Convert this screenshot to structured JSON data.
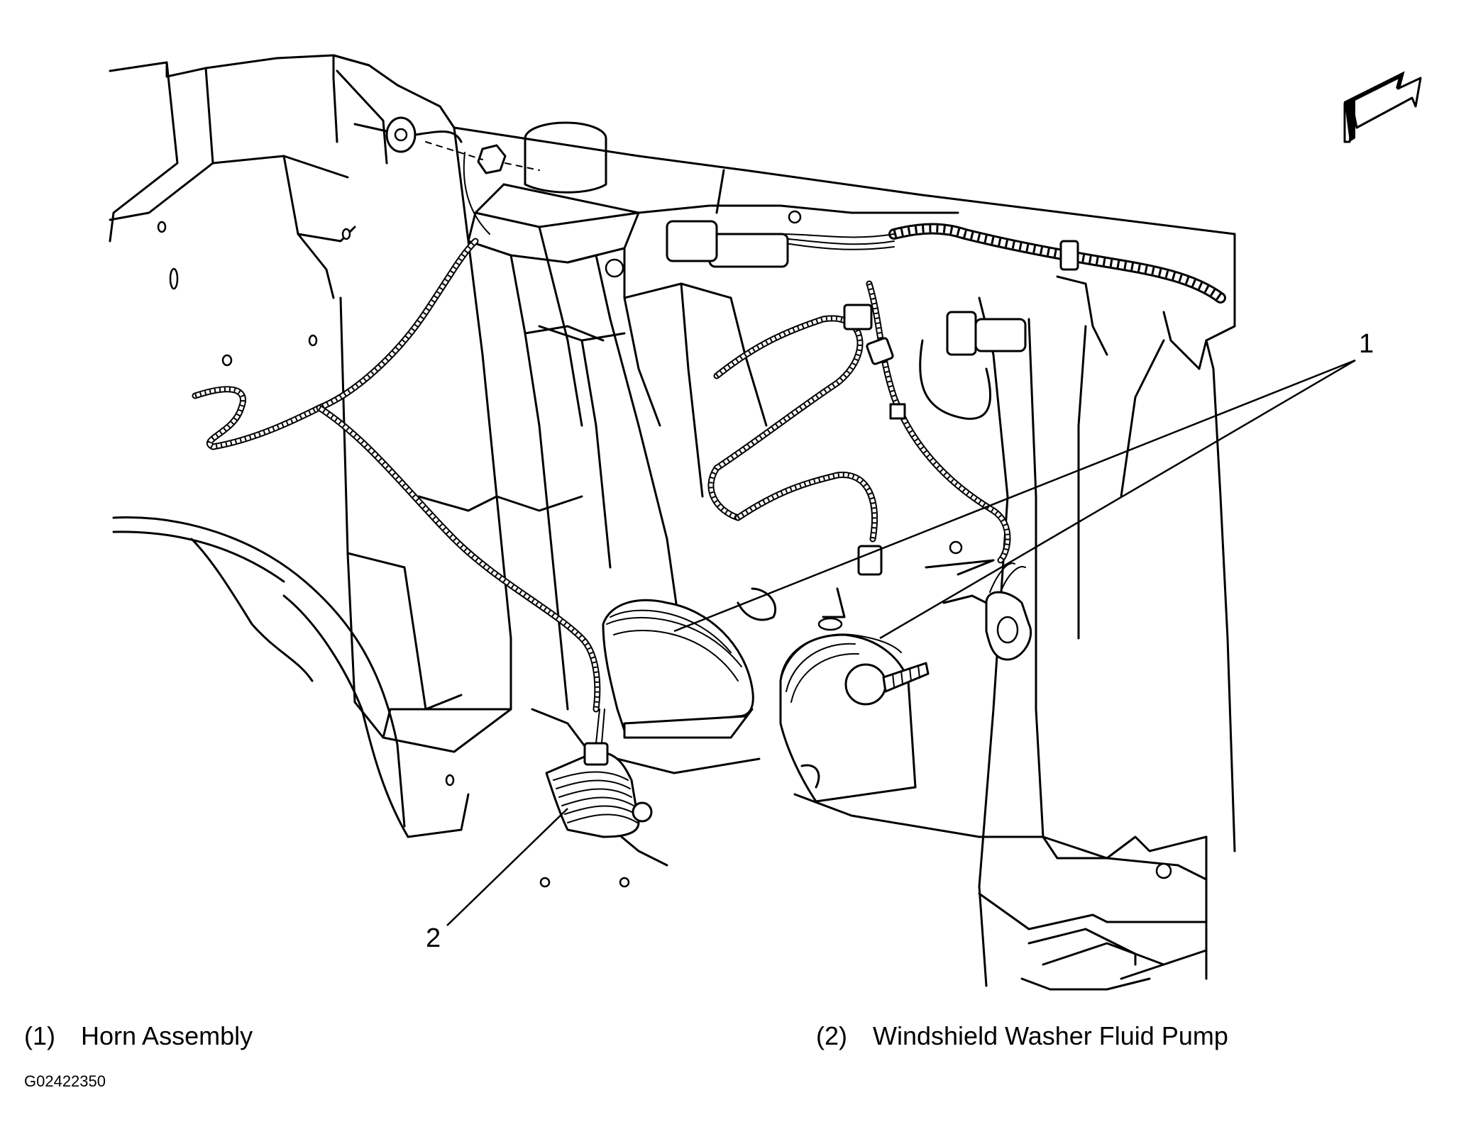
{
  "callouts": [
    {
      "number": "1",
      "label": "Horn Assembly"
    },
    {
      "number": "2",
      "label": "Windshield Washer Fluid Pump"
    }
  ],
  "legend": {
    "item1_num": "(1)",
    "item1_label": "Horn Assembly",
    "item2_num": "(2)",
    "item2_label": "Windshield Washer Fluid Pump"
  },
  "figure_id": "G02422350",
  "icons": {
    "orientation_arrow": "front-direction-arrow-icon"
  }
}
